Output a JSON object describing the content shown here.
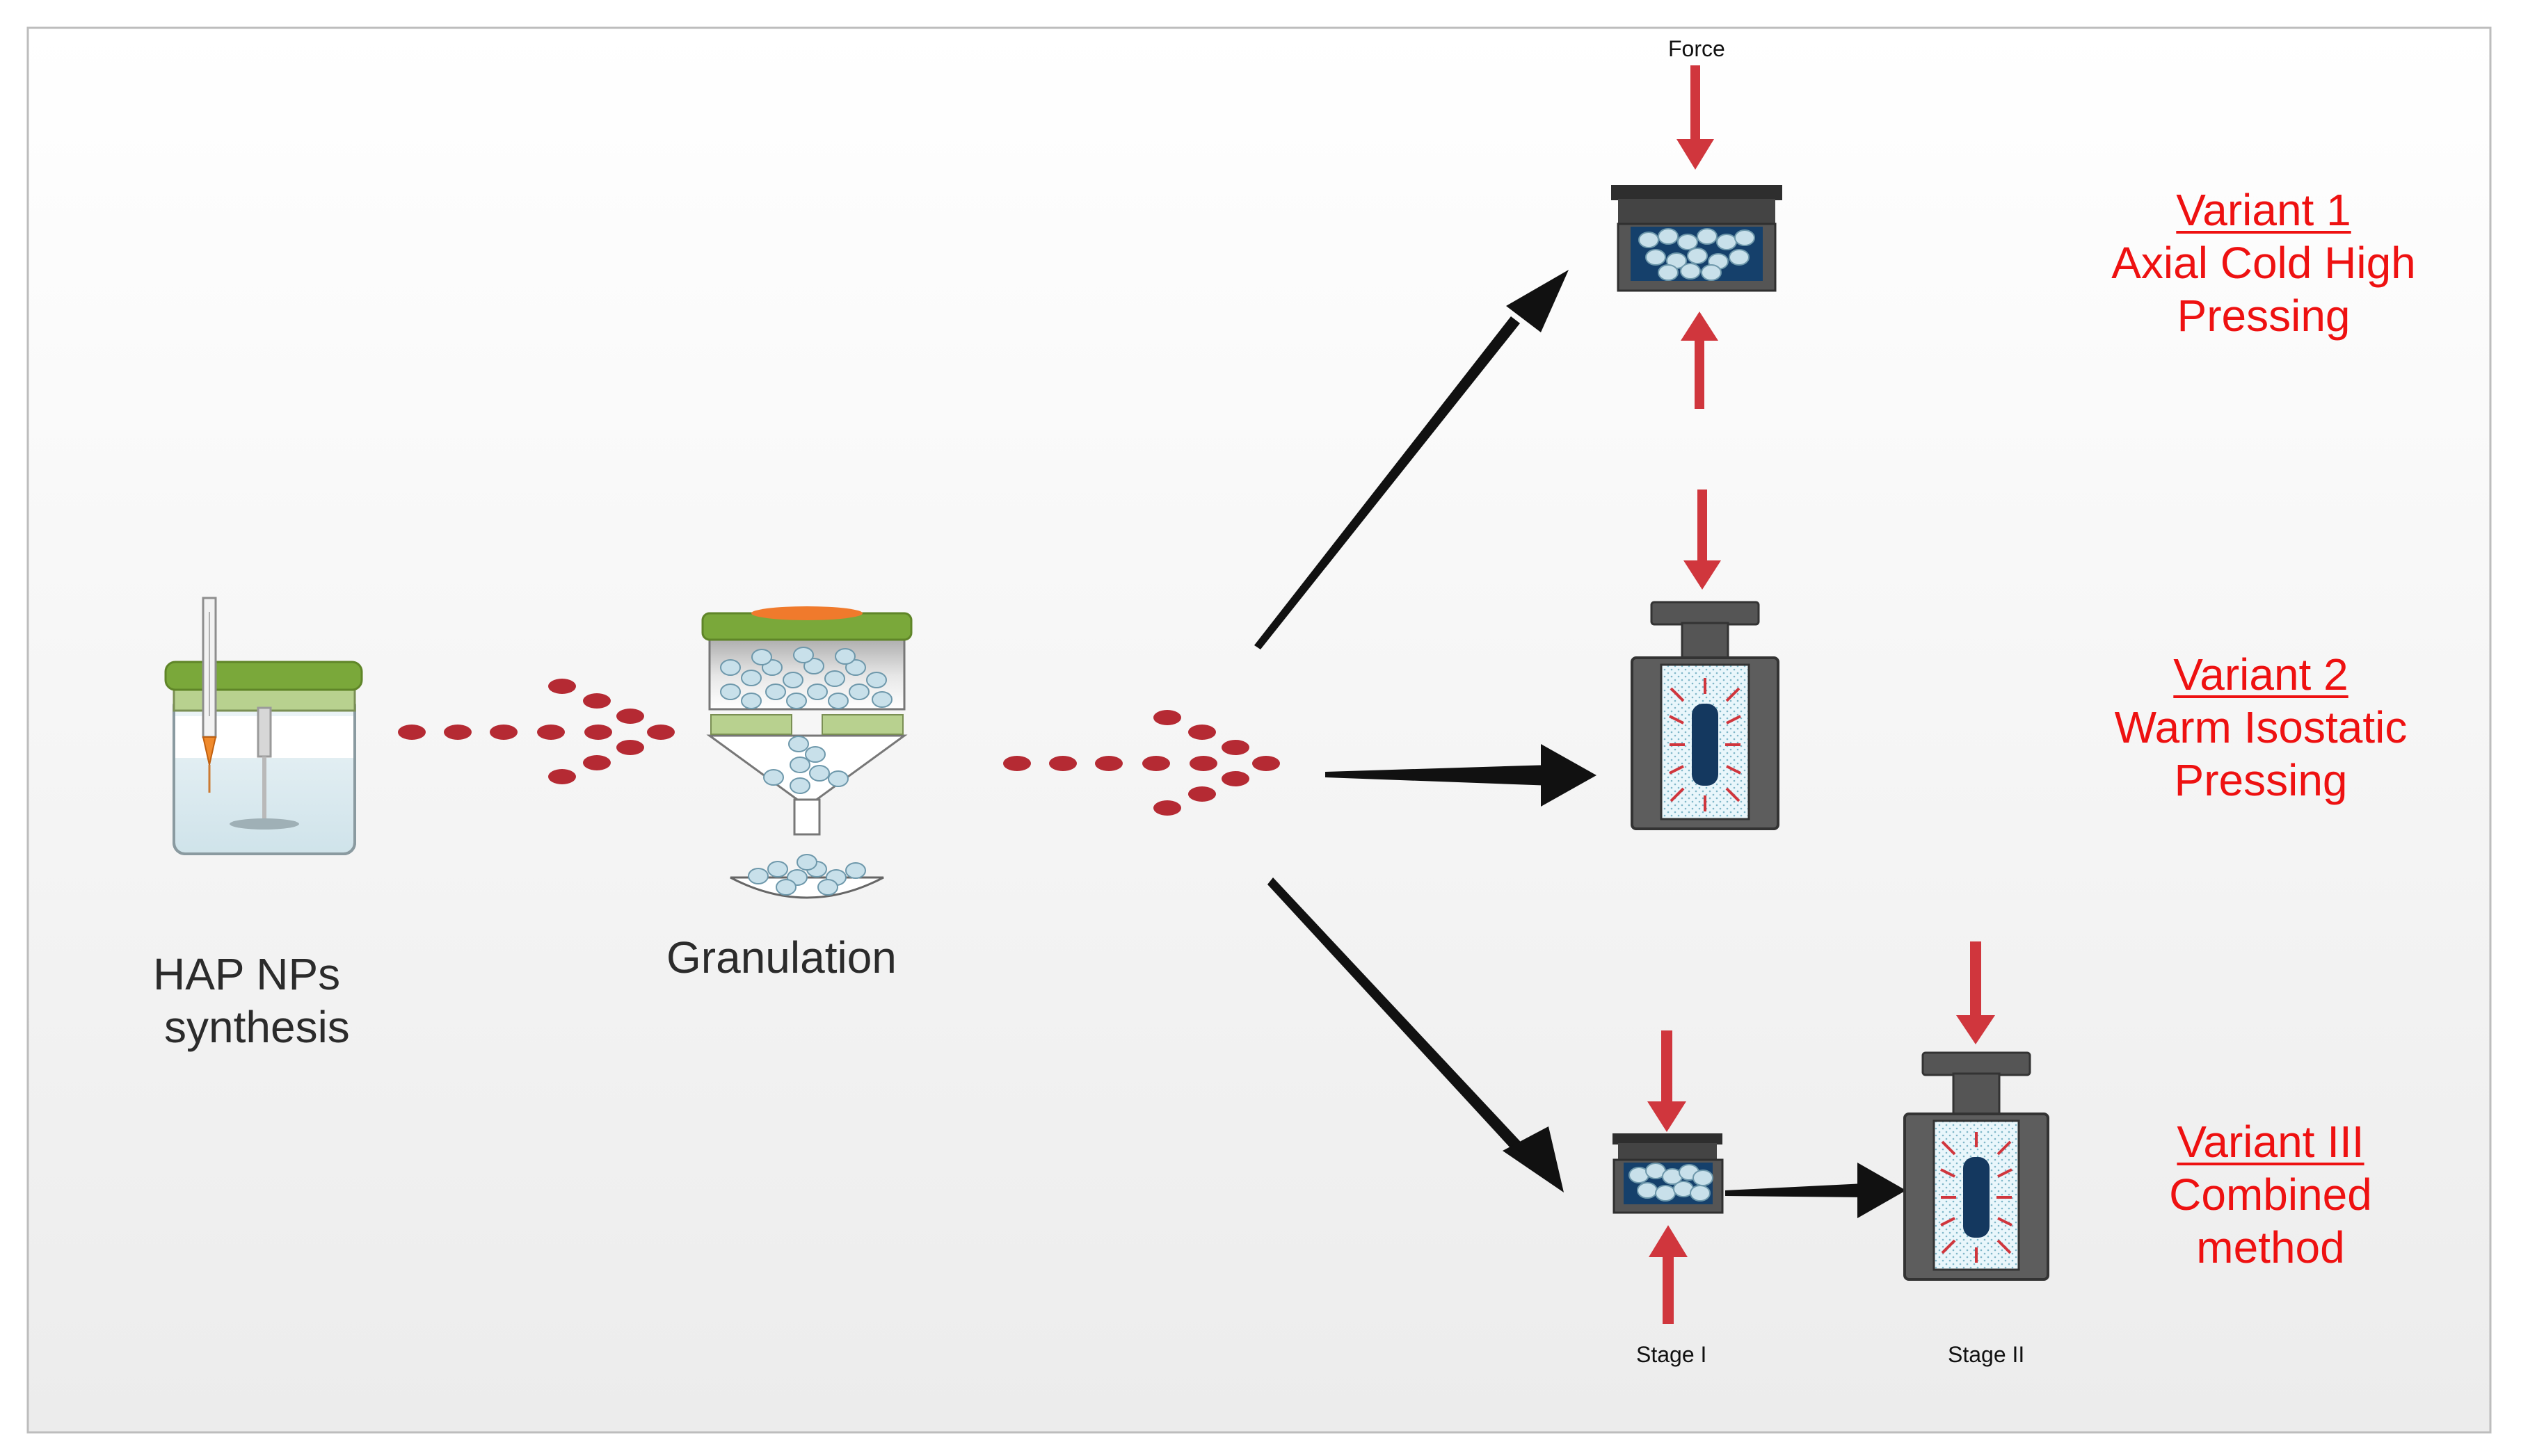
{
  "steps": {
    "synthesis_line1": "HAP NPs",
    "synthesis_line2": "synthesis",
    "granulation": "Granulation"
  },
  "labels": {
    "force": "Force",
    "stage1": "Stage I",
    "stage2": "Stage II"
  },
  "variants": [
    {
      "title": "Variant 1",
      "line1": "Axial Cold High",
      "line2": "Pressing"
    },
    {
      "title": "Variant 2",
      "line1": "Warm Isostatic",
      "line2": "Pressing"
    },
    {
      "title": "Variant III",
      "line1": "Combined",
      "line2": "method"
    }
  ],
  "colors": {
    "variant_text": "#ee1111",
    "force_arrow": "#d0363d",
    "dots": "#b52a33",
    "lid_green": "#7aa83a",
    "granule": "#c8e0ea",
    "die_body": "#5a5a5a",
    "sample": "#14385f"
  }
}
